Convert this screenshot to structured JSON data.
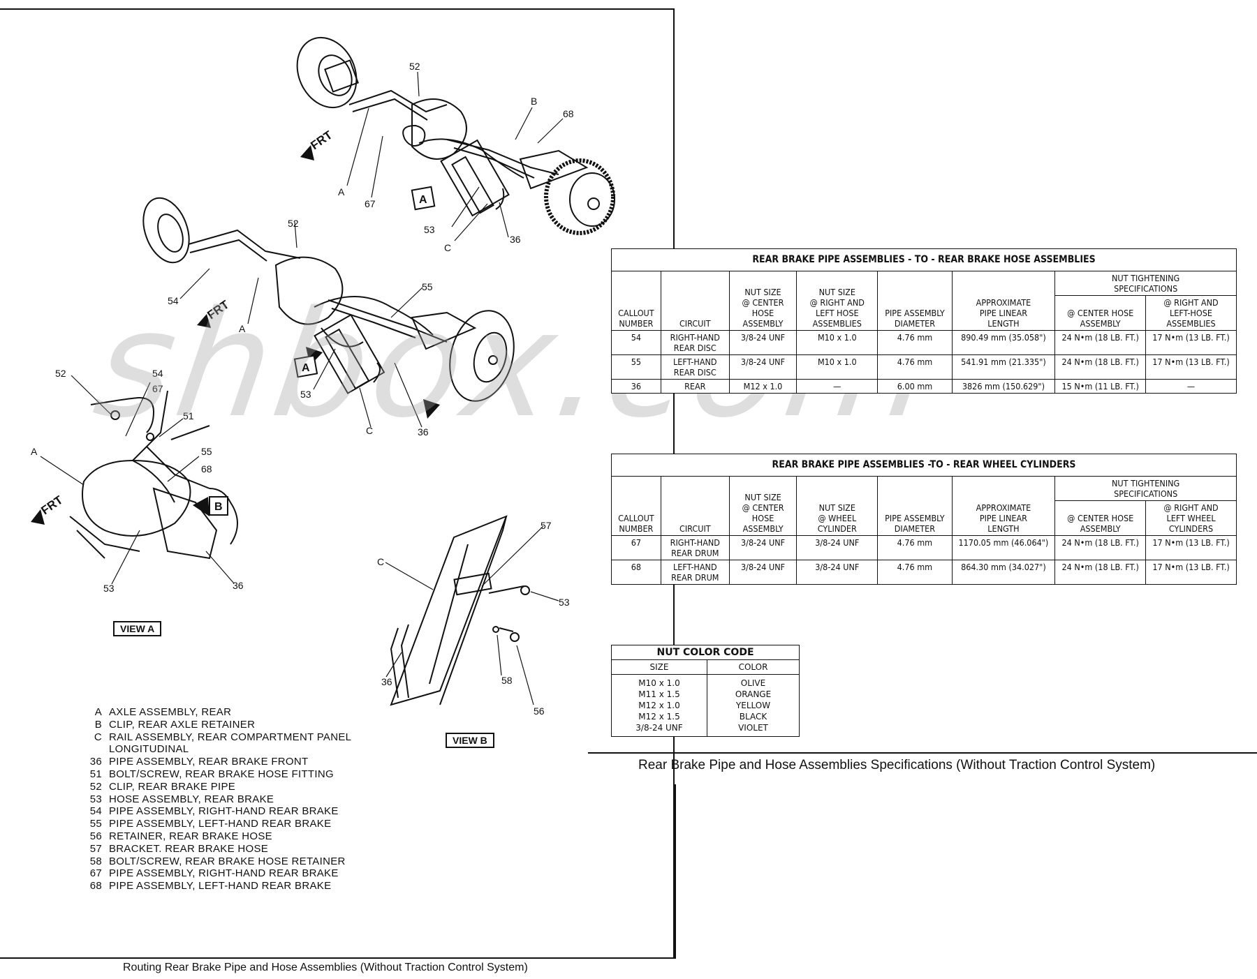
{
  "left_caption": "Routing Rear Brake Pipe and Hose Assemblies (Without Traction Control System)",
  "right_caption": "Rear Brake Pipe and Hose Assemblies Specifications (Without Traction Control System)",
  "watermark": "shbox.com",
  "view_a_label": "VIEW A",
  "view_b_label": "VIEW B",
  "frt_label": "FRT",
  "callouts": {
    "c52": "52",
    "cB": "B",
    "c68": "68",
    "cA": "A",
    "c67": "67",
    "c53": "53",
    "cC": "C",
    "c36": "36",
    "c54": "54",
    "c55": "55",
    "c51": "51",
    "c57": "57",
    "c58": "58",
    "c56": "56",
    "c5467": "54\n67",
    "c5568": "55\n68",
    "boxA": "A",
    "boxB": "B"
  },
  "legend": [
    {
      "key": "A",
      "text": "AXLE ASSEMBLY, REAR"
    },
    {
      "key": "B",
      "text": "CLIP, REAR AXLE RETAINER"
    },
    {
      "key": "C",
      "text": "RAIL ASSEMBLY, REAR COMPARTMENT PANEL"
    },
    {
      "key": "",
      "text": "LONGITUDINAL"
    },
    {
      "key": "36",
      "text": "PIPE ASSEMBLY, REAR BRAKE FRONT"
    },
    {
      "key": "51",
      "text": "BOLT/SCREW, REAR BRAKE HOSE FITTING"
    },
    {
      "key": "52",
      "text": "CLIP, REAR BRAKE PIPE"
    },
    {
      "key": "53",
      "text": "HOSE ASSEMBLY, REAR BRAKE"
    },
    {
      "key": "54",
      "text": "PIPE ASSEMBLY, RIGHT-HAND REAR BRAKE"
    },
    {
      "key": "55",
      "text": "PIPE ASSEMBLY, LEFT-HAND REAR BRAKE"
    },
    {
      "key": "56",
      "text": "RETAINER, REAR BRAKE HOSE"
    },
    {
      "key": "57",
      "text": "BRACKET. REAR BRAKE HOSE"
    },
    {
      "key": "58",
      "text": "BOLT/SCREW, REAR BRAKE HOSE RETAINER"
    },
    {
      "key": "67",
      "text": "PIPE ASSEMBLY, RIGHT-HAND REAR BRAKE"
    },
    {
      "key": "68",
      "text": "PIPE ASSEMBLY, LEFT-HAND REAR BRAKE"
    }
  ],
  "table1": {
    "title": "REAR BRAKE PIPE ASSEMBLIES - TO - REAR BRAKE HOSE ASSEMBLIES",
    "nut_spec_header": "NUT TIGHTENING\nSPECIFICATIONS",
    "headers": [
      "CALLOUT\nNUMBER",
      "CIRCUIT",
      "NUT SIZE\n@ CENTER\nHOSE\nASSEMBLY",
      "NUT SIZE\n@ RIGHT AND\nLEFT HOSE\nASSEMBLIES",
      "PIPE ASSEMBLY\nDIAMETER",
      "APPROXIMATE\nPIPE LINEAR\nLENGTH",
      "@ CENTER HOSE\nASSEMBLY",
      "@ RIGHT AND\nLEFT-HOSE\nASSEMBLIES"
    ],
    "rows": [
      [
        "54",
        "RIGHT-HAND\nREAR DISC",
        "3/8-24 UNF",
        "M10 x 1.0",
        "4.76 mm",
        "890.49 mm (35.058\")",
        "24 N•m (18 LB. FT.)",
        "17 N•m (13 LB. FT.)"
      ],
      [
        "55",
        "LEFT-HAND\nREAR DISC",
        "3/8-24 UNF",
        "M10 x 1.0",
        "4.76 mm",
        "541.91 mm (21.335\")",
        "24 N•m (18 LB. FT.)",
        "17 N•m (13 LB. FT.)"
      ],
      [
        "36",
        "REAR",
        "M12 x 1.0",
        "—",
        "6.00 mm",
        "3826 mm (150.629\")",
        "15 N•m (11 LB. FT.)",
        "—"
      ]
    ]
  },
  "table2": {
    "title": "REAR BRAKE PIPE ASSEMBLIES -TO - REAR WHEEL CYLINDERS",
    "nut_spec_header": "NUT TIGHTENING\nSPECIFICATIONS",
    "headers": [
      "CALLOUT\nNUMBER",
      "CIRCUIT",
      "NUT SIZE\n@ CENTER\nHOSE\nASSEMBLY",
      "NUT SIZE\n@ WHEEL\nCYLINDER",
      "PIPE ASSEMBLY\nDIAMETER",
      "APPROXIMATE\nPIPE LINEAR\nLENGTH",
      "@ CENTER HOSE\nASSEMBLY",
      "@ RIGHT AND\nLEFT WHEEL\nCYLINDERS"
    ],
    "rows": [
      [
        "67",
        "RIGHT-HAND\nREAR DRUM",
        "3/8-24 UNF",
        "3/8-24 UNF",
        "4.76 mm",
        "1170.05 mm (46.064\")",
        "24 N•m (18 LB. FT.)",
        "17 N•m (13 LB. FT.)"
      ],
      [
        "68",
        "LEFT-HAND\nREAR DRUM",
        "3/8-24 UNF",
        "3/8-24 UNF",
        "4.76 mm",
        "864.30 mm (34.027\")",
        "24 N•m (18 LB. FT.)",
        "17 N•m (13 LB. FT.)"
      ]
    ]
  },
  "nut_color_code": {
    "title": "NUT COLOR CODE",
    "headers": [
      "SIZE",
      "COLOR"
    ],
    "sizes": "M10 x 1.0\nM11 x 1.5\nM12 x 1.0\nM12 x 1.5\n3/8-24 UNF",
    "colors": "OLIVE\nORANGE\nYELLOW\nBLACK\nVIOLET"
  }
}
